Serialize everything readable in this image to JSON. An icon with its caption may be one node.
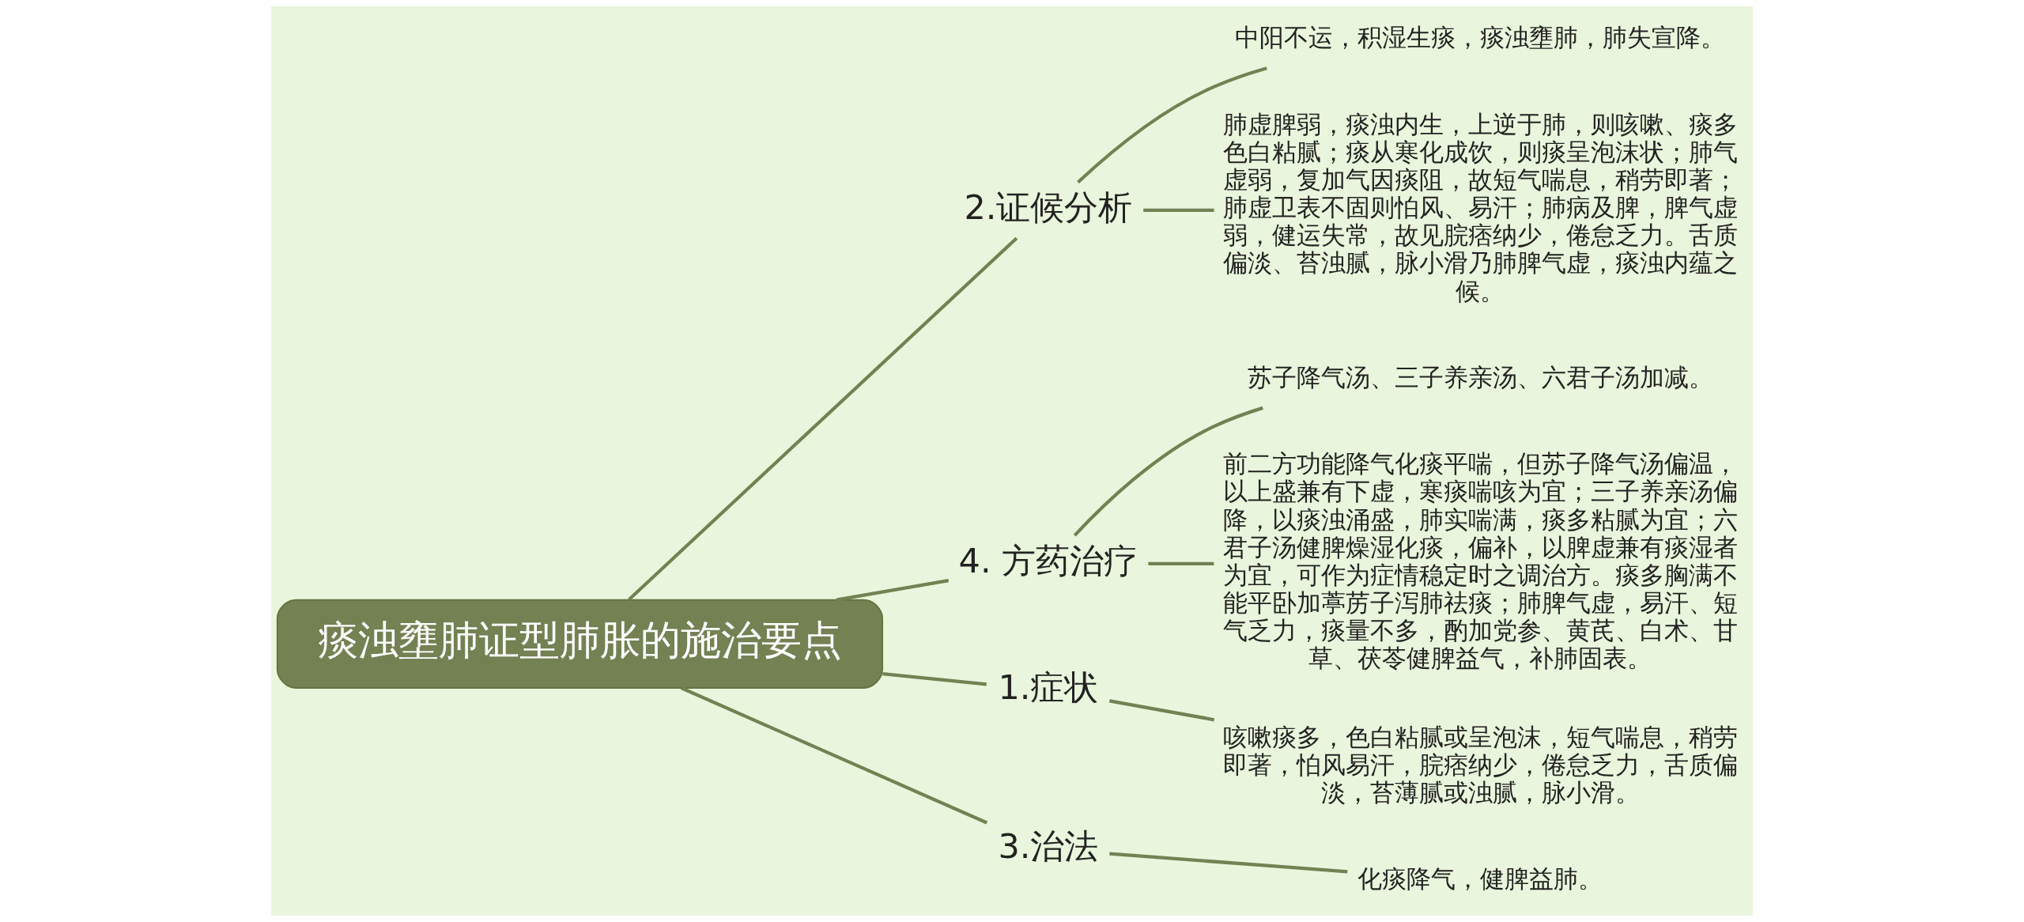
{
  "diagram": {
    "nodes": [
      {
        "text": [
          "痰浊壅肺证型肺胀的施治要点"
        ]
      },
      {
        "text": [
          "2.证候分析"
        ]
      },
      {
        "text": [
          "中阳不运，积湿生痰，痰浊壅肺，肺失宣降。"
        ]
      },
      {
        "text": [
          "肺虚脾弱，痰浊内生，上逆于肺，则咳嗽、痰多色白粘腻；痰从寒化成饮，则痰呈泡沫状；肺气虚弱，复加气因痰阻，故短气喘息，稍劳即著；肺虚卫表不固则怕风、易汗；肺病及脾，脾气虚弱，健运失常，故见脘痞纳少，倦怠乏力。舌质偏淡、苔浊腻，脉小滑乃肺脾气虚，痰浊内蕴之候。"
        ]
      },
      {
        "text": [
          "4. 方药治疗"
        ]
      },
      {
        "text": [
          "苏子降气汤、三子养亲汤、六君子汤加减。"
        ]
      },
      {
        "text": [
          "前二方功能降气化痰平喘，但苏子降气汤偏温，以上盛兼有下虚，寒痰喘咳为宜；三子养亲汤偏降，以痰浊涌盛，肺实喘满，痰多粘腻为宜；六君子汤健脾燥湿化痰，偏补，以脾虚兼有痰湿者为宜，可作为症情稳定时之调治方。痰多胸满不能平卧加葶苈子泻肺祛痰；肺脾气虚，易汗、短气乏力，痰量不多，酌加党参、黄芪、白术、甘草、茯苓健脾益气，补肺固表。"
        ]
      },
      {
        "text": [
          "1.症状"
        ]
      },
      {
        "text": [
          "咳嗽痰多，色白粘腻或呈泡沫，短气喘息，稍劳即著，怕风易汗，脘痞纳少，倦怠乏力，舌质偏淡，苔薄腻或浊腻，脉小滑。"
        ]
      },
      {
        "text": [
          "3.治法"
        ]
      },
      {
        "text": [
          "化痰降气，健脾益肺。"
        ]
      }
    ],
    "edges": [
      {
        "from": 0,
        "to": 1,
        "arrow": "none"
      },
      {
        "from": 1,
        "to": 2,
        "arrow": "none"
      },
      {
        "from": 1,
        "to": 3,
        "arrow": "none"
      },
      {
        "from": 0,
        "to": 4,
        "arrow": "none"
      },
      {
        "from": 4,
        "to": 5,
        "arrow": "none"
      },
      {
        "from": 4,
        "to": 6,
        "arrow": "none"
      },
      {
        "from": 0,
        "to": 7,
        "arrow": "none"
      },
      {
        "from": 7,
        "to": 8,
        "arrow": "none"
      },
      {
        "from": 0,
        "to": 9,
        "arrow": "none"
      },
      {
        "from": 9,
        "to": 10,
        "arrow": "none"
      }
    ]
  }
}
